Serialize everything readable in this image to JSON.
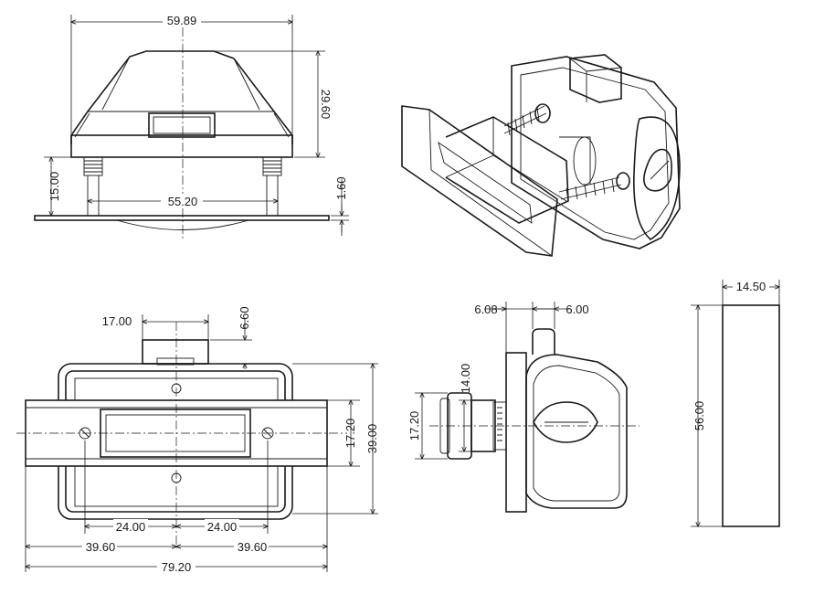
{
  "dimensions": {
    "front_width": "59.89",
    "front_height": "29.60",
    "leg_height": "15.00",
    "screw_spacing": "55.20",
    "plate_thickness": "1.60",
    "top_offset": "17.00",
    "top_tab": "6.60",
    "hole_left": "24.00",
    "hole_right": "24.00",
    "half_left": "39.60",
    "half_right": "39.60",
    "total_length": "79.20",
    "plate_height": "17.20",
    "body_height": "39.00",
    "side_left": "6.08",
    "side_right": "6.00",
    "knob_dia": "14.00",
    "knob_height": "17.20",
    "end_width": "14.50",
    "end_height": "56.00"
  }
}
